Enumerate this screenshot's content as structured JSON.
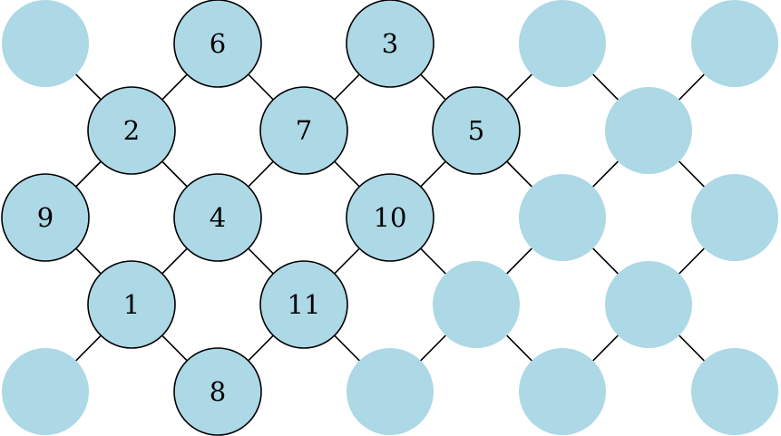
{
  "colors": {
    "node_fill": "#add8e6",
    "node_stroke": "#000000",
    "edge": "#000000"
  },
  "nodes": [
    {
      "id": "n-0-0",
      "label": "",
      "outlined": false
    },
    {
      "id": "n-0-2",
      "label": "6",
      "outlined": true
    },
    {
      "id": "n-0-4",
      "label": "3",
      "outlined": true
    },
    {
      "id": "n-0-6",
      "label": "",
      "outlined": false
    },
    {
      "id": "n-0-8",
      "label": "",
      "outlined": false
    },
    {
      "id": "n-1-1",
      "label": "2",
      "outlined": true
    },
    {
      "id": "n-1-3",
      "label": "7",
      "outlined": true
    },
    {
      "id": "n-1-5",
      "label": "5",
      "outlined": true
    },
    {
      "id": "n-1-7",
      "label": "",
      "outlined": false
    },
    {
      "id": "n-2-0",
      "label": "9",
      "outlined": true
    },
    {
      "id": "n-2-2",
      "label": "4",
      "outlined": true
    },
    {
      "id": "n-2-4",
      "label": "10",
      "outlined": true
    },
    {
      "id": "n-2-6",
      "label": "",
      "outlined": false
    },
    {
      "id": "n-2-8",
      "label": "",
      "outlined": false
    },
    {
      "id": "n-3-1",
      "label": "1",
      "outlined": true
    },
    {
      "id": "n-3-3",
      "label": "11",
      "outlined": true
    },
    {
      "id": "n-3-5",
      "label": "",
      "outlined": false
    },
    {
      "id": "n-3-7",
      "label": "",
      "outlined": false
    },
    {
      "id": "n-4-0",
      "label": "",
      "outlined": false
    },
    {
      "id": "n-4-2",
      "label": "8",
      "outlined": true
    },
    {
      "id": "n-4-4",
      "label": "",
      "outlined": false
    },
    {
      "id": "n-4-6",
      "label": "",
      "outlined": false
    },
    {
      "id": "n-4-8",
      "label": "",
      "outlined": false
    }
  ],
  "edges": [
    [
      "n-0-0",
      "n-1-1"
    ],
    [
      "n-0-2",
      "n-1-1"
    ],
    [
      "n-0-2",
      "n-1-3"
    ],
    [
      "n-0-4",
      "n-1-3"
    ],
    [
      "n-0-4",
      "n-1-5"
    ],
    [
      "n-0-6",
      "n-1-5"
    ],
    [
      "n-0-6",
      "n-1-7"
    ],
    [
      "n-0-8",
      "n-1-7"
    ],
    [
      "n-1-1",
      "n-2-0"
    ],
    [
      "n-1-1",
      "n-2-2"
    ],
    [
      "n-1-3",
      "n-2-2"
    ],
    [
      "n-1-3",
      "n-2-4"
    ],
    [
      "n-1-5",
      "n-2-4"
    ],
    [
      "n-1-5",
      "n-2-6"
    ],
    [
      "n-1-7",
      "n-2-6"
    ],
    [
      "n-1-7",
      "n-2-8"
    ],
    [
      "n-2-0",
      "n-3-1"
    ],
    [
      "n-2-2",
      "n-3-1"
    ],
    [
      "n-2-2",
      "n-3-3"
    ],
    [
      "n-2-4",
      "n-3-3"
    ],
    [
      "n-2-4",
      "n-3-5"
    ],
    [
      "n-2-6",
      "n-3-5"
    ],
    [
      "n-2-6",
      "n-3-7"
    ],
    [
      "n-2-8",
      "n-3-7"
    ],
    [
      "n-3-1",
      "n-4-0"
    ],
    [
      "n-3-1",
      "n-4-2"
    ],
    [
      "n-3-3",
      "n-4-2"
    ],
    [
      "n-3-3",
      "n-4-4"
    ],
    [
      "n-3-5",
      "n-4-4"
    ],
    [
      "n-3-5",
      "n-4-6"
    ],
    [
      "n-3-7",
      "n-4-6"
    ],
    [
      "n-3-7",
      "n-4-8"
    ]
  ]
}
